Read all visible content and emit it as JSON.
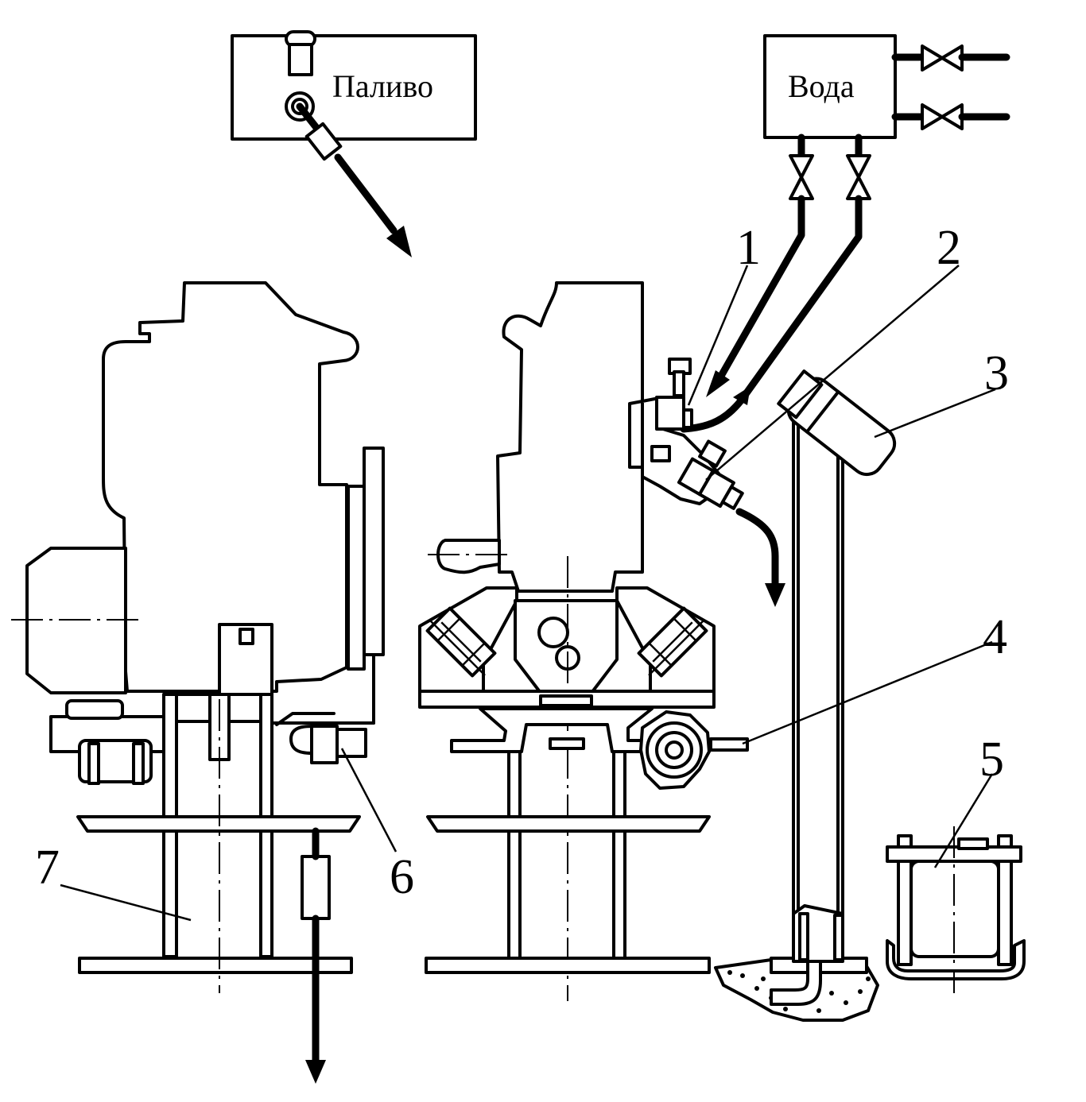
{
  "boxes": {
    "fuel": "Паливо",
    "water": "Вода"
  },
  "labels": {
    "l1": "1",
    "l2": "2",
    "l3": "3",
    "l4": "4",
    "l5": "5",
    "l6": "6",
    "l7": "7"
  }
}
